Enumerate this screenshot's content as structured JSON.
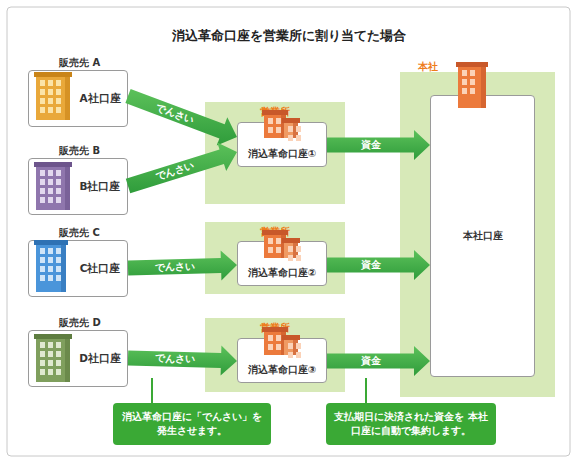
{
  "diagram": {
    "title": "消込革命口座を営業所に割り当てた場合",
    "nodes": [
      {
        "text": [
          "販売先 A",
          "A社口座"
        ]
      },
      {
        "text": [
          "販売先 B",
          "B社口座"
        ]
      },
      {
        "text": [
          "営業所"
        ]
      },
      {
        "text": [
          "消込革命口座①"
        ],
        "in": 2
      },
      {
        "text": [
          "本社"
        ]
      },
      {
        "text": [
          "本社口座"
        ],
        "in": 4
      },
      {
        "text": [
          "販売先 C",
          "C社口座"
        ]
      },
      {
        "text": [
          "営業所"
        ]
      },
      {
        "text": [
          "消込革命口座②"
        ],
        "in": 7
      },
      {
        "text": [
          "販売先 D",
          "D社口座"
        ]
      },
      {
        "text": [
          "営業所"
        ]
      },
      {
        "text": [
          "消込革命口座③"
        ],
        "in": 10
      },
      {
        "text": [
          "消込革命口座に「でんさい」を 発生させます。"
        ]
      },
      {
        "text": [
          "支払期日に決済された資金を 本社口座に自動で集約します。"
        ]
      }
    ],
    "edges": [
      {
        "from": 0,
        "to": 3,
        "label": "でんさい",
        "arrow": "to"
      },
      {
        "from": 1,
        "to": 3,
        "label": "でんさい",
        "arrow": "to"
      },
      {
        "from": 6,
        "to": 8,
        "label": "でんさい",
        "arrow": "to"
      },
      {
        "from": 9,
        "to": 11,
        "label": "でんさい",
        "arrow": "to"
      },
      {
        "from": 3,
        "to": 5,
        "label": "資金",
        "arrow": "to"
      },
      {
        "from": 8,
        "to": 5,
        "label": "資金",
        "arrow": "to"
      },
      {
        "from": 11,
        "to": 5,
        "label": "資金",
        "arrow": "to"
      }
    ]
  }
}
